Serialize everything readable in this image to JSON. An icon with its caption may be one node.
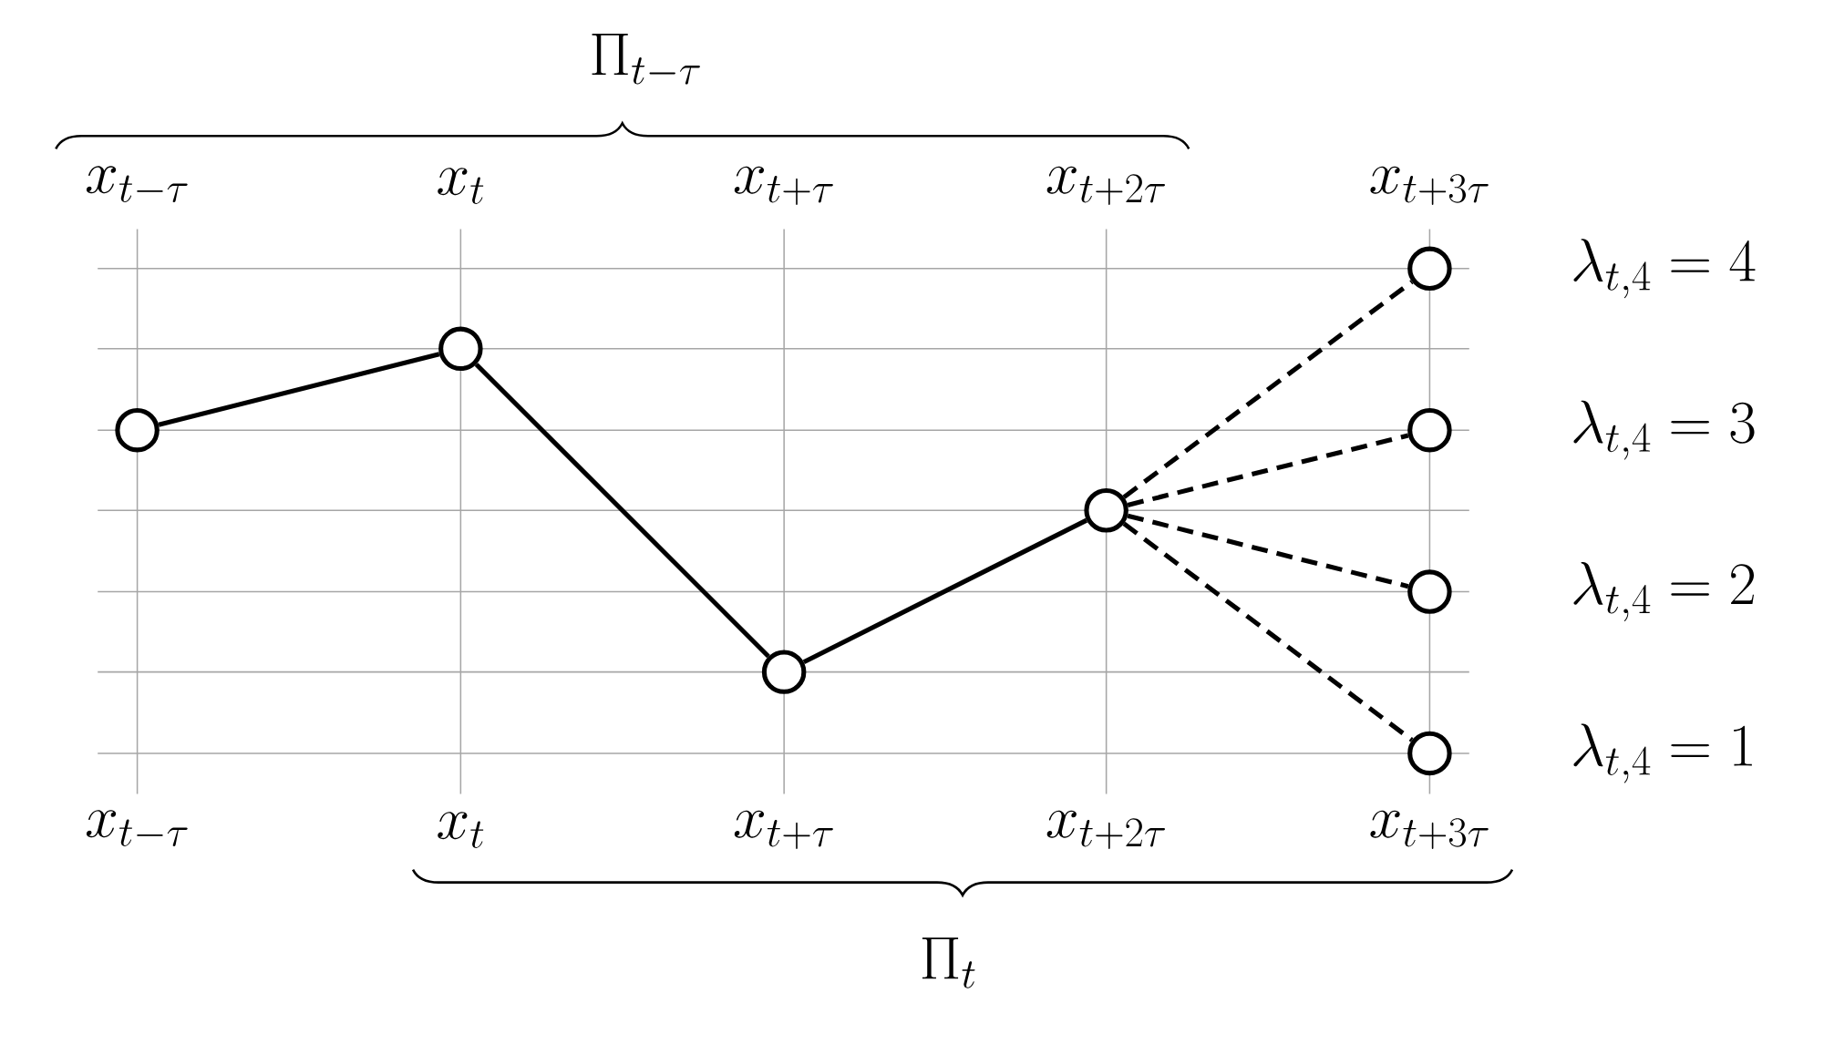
{
  "diagram": {
    "nodes": [
      {
        "text": [],
        "shape": "circle"
      },
      {
        "text": [],
        "shape": "circle"
      },
      {
        "text": [],
        "shape": "circle"
      },
      {
        "text": [],
        "shape": "circle"
      },
      {
        "text": [],
        "shape": "circle"
      },
      {
        "text": [],
        "shape": "circle"
      },
      {
        "text": [],
        "shape": "circle"
      },
      {
        "text": [],
        "shape": "circle"
      }
    ],
    "edges": [
      {
        "from": 0,
        "to": 1,
        "arrow": "none"
      },
      {
        "from": 1,
        "to": 2,
        "arrow": "none"
      },
      {
        "from": 2,
        "to": 3,
        "arrow": "none"
      },
      {
        "from": 3,
        "to": 4,
        "arrow": "none",
        "style": "dashed"
      },
      {
        "from": 3,
        "to": 5,
        "arrow": "none",
        "style": "dashed"
      },
      {
        "from": 3,
        "to": 6,
        "arrow": "none",
        "style": "dashed"
      },
      {
        "from": 3,
        "to": 7,
        "arrow": "none",
        "style": "dashed"
      }
    ],
    "labels": [
      "\\Pi_{t-\\tau}",
      "x_{t-\\tau}",
      "x_{t}",
      "x_{t+\\tau}",
      "x_{t+2\\tau}",
      "x_{t+3\\tau}",
      "\\lambda_{t,4} = 4",
      "\\lambda_{t,4} = 3",
      "\\lambda_{t,4} = 2",
      "\\lambda_{t,4} = 1",
      "x_{t-\\tau}",
      "x_{t}",
      "x_{t+\\tau}",
      "x_{t+2\\tau}",
      "x_{t+3\\tau}",
      "\\Pi_{t}"
    ]
  }
}
